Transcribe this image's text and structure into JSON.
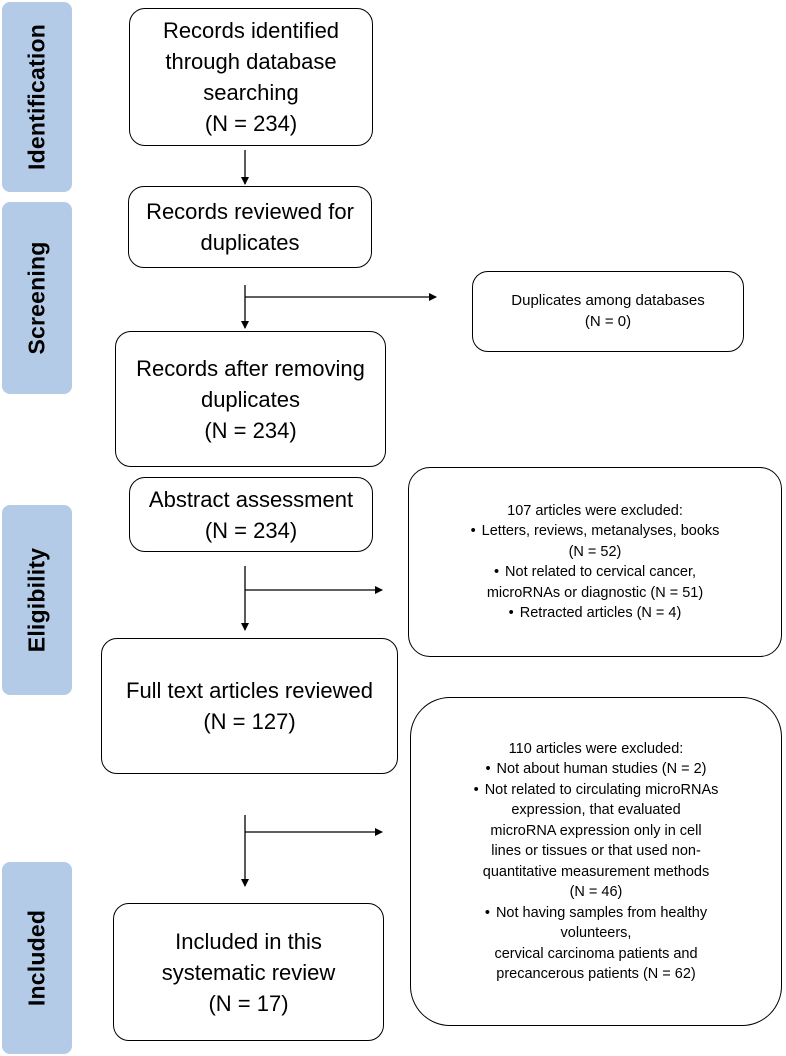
{
  "stages": {
    "identification": "Identification",
    "screening": "Screening",
    "eligibility": "Eligibility",
    "included": "Included"
  },
  "boxes": {
    "identified": {
      "lines": [
        "Records identified",
        "through database",
        "searching",
        "(N = 234)"
      ]
    },
    "reviewed_duplicates": {
      "lines": [
        "Records reviewed for",
        "duplicates"
      ]
    },
    "duplicates_among": {
      "lines": [
        "Duplicates among databases",
        "(N = 0)"
      ]
    },
    "after_removing": {
      "lines": [
        "Records after removing",
        "duplicates",
        "(N = 234)"
      ]
    },
    "abstract": {
      "lines": [
        "Abstract assessment",
        "(N = 234)"
      ]
    },
    "excluded_107": {
      "title": "107 articles were excluded:",
      "bullets": [
        [
          "Letters, reviews, metanalyses, books",
          "(N = 52)"
        ],
        [
          "Not related to cervical cancer,",
          "microRNAs or diagnostic (N = 51)"
        ],
        [
          "Retracted articles (N = 4)"
        ]
      ]
    },
    "full_text": {
      "lines": [
        "Full text articles reviewed",
        "(N = 127)"
      ]
    },
    "excluded_110": {
      "title": "110 articles were excluded:",
      "bullets": [
        [
          "Not about human studies (N = 2)"
        ],
        [
          "Not related to circulating microRNAs",
          "expression, that evaluated",
          "microRNA expression only in cell",
          "lines or tissues or that used non-",
          "quantitative measurement methods",
          "(N = 46)"
        ],
        [
          "Not having samples from healthy",
          "volunteers,",
          "cervical carcinoma patients and",
          "precancerous patients (N = 62)"
        ]
      ]
    },
    "included": {
      "lines": [
        "Included in this",
        "systematic review",
        "(N = 17)"
      ]
    }
  },
  "bullet_char": "•"
}
